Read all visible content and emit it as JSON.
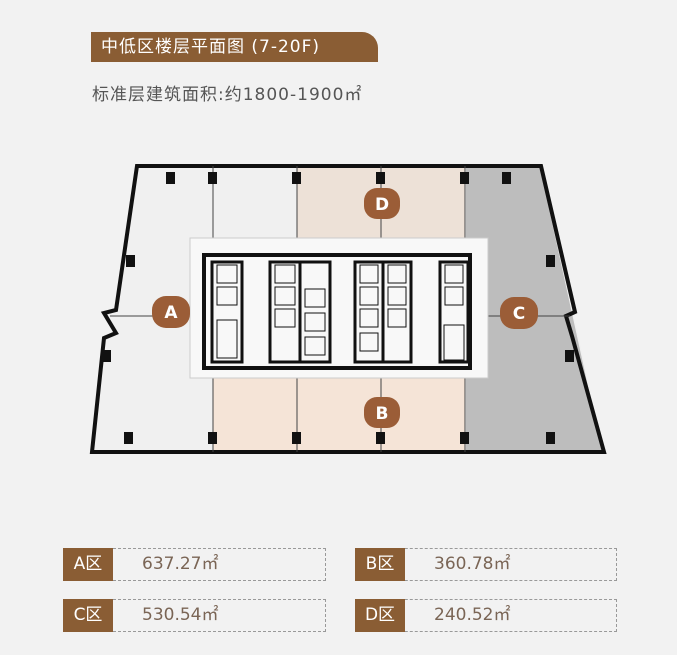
{
  "header": {
    "title": "中低区楼层平面图 (7-20F)",
    "subtitle": "标准层建筑面积:约1800-1900㎡"
  },
  "plan": {
    "zones": {
      "A": "A",
      "B": "B",
      "C": "C",
      "D": "D"
    },
    "colors": {
      "brand": "#8a5d34",
      "badge": "#9b5d37",
      "zone_a": "#f0f0f0",
      "zone_b": "#f5e4d7",
      "zone_c": "#bdbdbd",
      "zone_d": "#ede1d7"
    }
  },
  "areas": [
    {
      "label": "A区",
      "value": "637.27㎡"
    },
    {
      "label": "B区",
      "value": "360.78㎡"
    },
    {
      "label": "C区",
      "value": "530.54㎡"
    },
    {
      "label": "D区",
      "value": "240.52㎡"
    }
  ]
}
